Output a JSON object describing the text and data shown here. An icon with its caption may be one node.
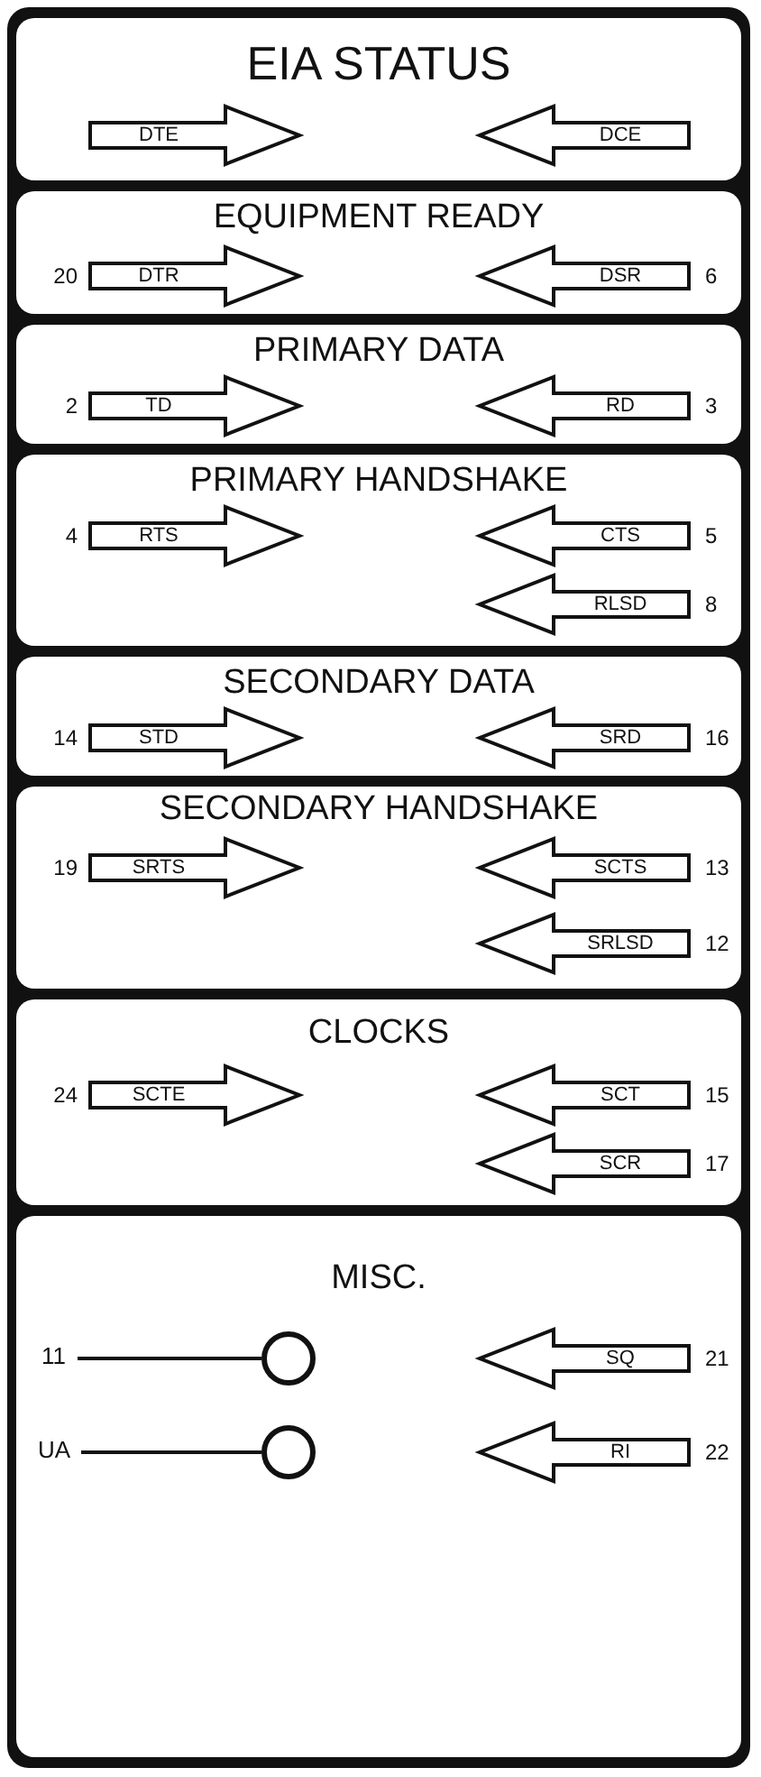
{
  "diagram": {
    "nodes": [
      {
        "text": [
          "EIA STATUS"
        ]
      },
      {
        "text": [
          "DTE"
        ],
        "in": 0
      },
      {
        "text": [
          "DCE"
        ],
        "in": 0
      },
      {
        "text": [
          "EQUIPMENT READY"
        ]
      },
      {
        "text": [
          "DTR"
        ],
        "in": 3,
        "beside": [
          "20"
        ]
      },
      {
        "text": [
          "DSR"
        ],
        "in": 3,
        "beside": [
          "6"
        ]
      },
      {
        "text": [
          "PRIMARY DATA"
        ]
      },
      {
        "text": [
          "TD"
        ],
        "in": 6,
        "beside": [
          "2"
        ]
      },
      {
        "text": [
          "RD"
        ],
        "in": 6,
        "beside": [
          "3"
        ]
      },
      {
        "text": [
          "PRIMARY HANDSHAKE"
        ]
      },
      {
        "text": [
          "RTS"
        ],
        "in": 9,
        "beside": [
          "4"
        ]
      },
      {
        "text": [
          "CTS"
        ],
        "in": 9,
        "beside": [
          "5"
        ]
      },
      {
        "text": [
          "RLSD"
        ],
        "in": 9,
        "beside": [
          "8"
        ]
      },
      {
        "text": [
          "SECONDARY DATA"
        ]
      },
      {
        "text": [
          "STD"
        ],
        "in": 13,
        "beside": [
          "14"
        ]
      },
      {
        "text": [
          "SRD"
        ],
        "in": 13,
        "beside": [
          "16"
        ]
      },
      {
        "text": [
          "SECONDARY HANDSHAKE"
        ]
      },
      {
        "text": [
          "SRTS"
        ],
        "in": 16,
        "beside": [
          "19"
        ]
      },
      {
        "text": [
          "SCTS"
        ],
        "in": 16,
        "beside": [
          "13"
        ]
      },
      {
        "text": [
          "SRLSD"
        ],
        "in": 16,
        "beside": [
          "12"
        ]
      },
      {
        "text": [
          "CLOCKS"
        ]
      },
      {
        "text": [
          "SCTE"
        ],
        "in": 20,
        "beside": [
          "24"
        ]
      },
      {
        "text": [
          "SCT"
        ],
        "in": 20,
        "beside": [
          "15"
        ]
      },
      {
        "text": [
          "SCR"
        ],
        "in": 20,
        "beside": [
          "17"
        ]
      },
      {
        "text": [
          "MISC."
        ]
      },
      {
        "text": [
          "11"
        ],
        "in": 24
      },
      {
        "text": [],
        "shape": "circle",
        "in": 24
      },
      {
        "text": [
          "SQ"
        ],
        "in": 24,
        "beside": [
          "21"
        ]
      },
      {
        "text": [
          "UA"
        ],
        "in": 24
      },
      {
        "text": [],
        "shape": "circle",
        "in": 24
      },
      {
        "text": [
          "RI"
        ],
        "in": 24,
        "beside": [
          "22"
        ]
      }
    ],
    "edges": [
      {
        "from": 25,
        "to": 26,
        "arrow": "none"
      },
      {
        "from": 28,
        "to": 29,
        "arrow": "none"
      }
    ]
  }
}
